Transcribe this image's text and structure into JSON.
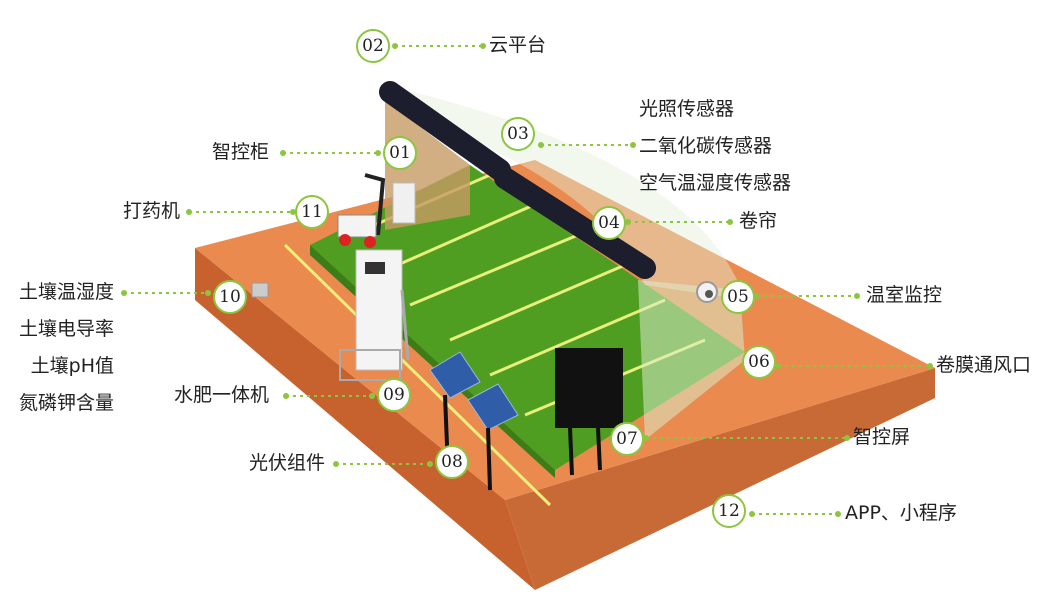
{
  "colors": {
    "accent_green": "#8cc63f",
    "base_orange": "#e8844a",
    "field_green": "#5aa52a",
    "pipe_dark": "#1c1e2e"
  },
  "markers": [
    {
      "num": "01",
      "labels": [
        "智控柜"
      ]
    },
    {
      "num": "02",
      "labels": [
        "云平台"
      ]
    },
    {
      "num": "03",
      "labels": [
        "光照传感器",
        "二氧化碳传感器",
        "空气温湿度传感器"
      ]
    },
    {
      "num": "04",
      "labels": [
        "卷帘"
      ]
    },
    {
      "num": "05",
      "labels": [
        "温室监控"
      ]
    },
    {
      "num": "06",
      "labels": [
        "卷膜通风口"
      ]
    },
    {
      "num": "07",
      "labels": [
        "智控屏"
      ]
    },
    {
      "num": "08",
      "labels": [
        "光伏组件"
      ]
    },
    {
      "num": "09",
      "labels": [
        "水肥一体机"
      ]
    },
    {
      "num": "10",
      "labels": [
        "土壤温湿度",
        "土壤电导率",
        "土壤pH值",
        "氮磷钾含量"
      ]
    },
    {
      "num": "11",
      "labels": [
        "打药机"
      ]
    },
    {
      "num": "12",
      "labels": [
        "APP、小程序"
      ]
    }
  ]
}
